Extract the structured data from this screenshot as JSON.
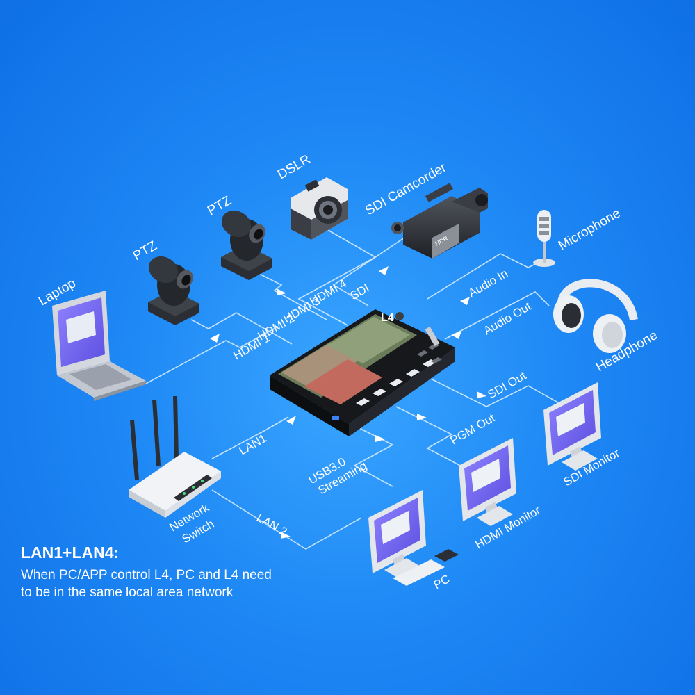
{
  "devices": {
    "dslr": "DSLR",
    "sdi_camcorder": "SDI Camcorder",
    "hdr_badge": "HDR",
    "ptz_top": "PTZ",
    "ptz_left": "PTZ",
    "laptop": "Laptop",
    "microphone": "Microphone",
    "headphone": "Headphone",
    "network_switch_line1": "Network",
    "network_switch_line2": "Switch",
    "sdi_monitor": "SDI Monitor",
    "hdmi_monitor": "HDMI Monitor",
    "pc": "PC",
    "switcher_logo": "L4"
  },
  "connections": {
    "hdmi1": "HDMI 1",
    "hdmi2": "HDMI 2",
    "hdmi3": "HDMI 3",
    "hdmi4": "HDMI 4",
    "sdi": "SDI",
    "audio_in": "Audio In",
    "audio_out": "Audio Out",
    "sdi_out": "SDI Out",
    "pgm_out": "PGM Out",
    "lan1": "LAN1",
    "lan2": "LAN 2",
    "usb_line1": "USB3.0",
    "usb_line2": "Streaming"
  },
  "note": {
    "title": "LAN1+LAN4:",
    "body_line1": "When PC/APP control L4, PC and L4 need",
    "body_line2": "to be in the same local area network"
  },
  "colors": {
    "background": "#1e88f5",
    "wire": "#d8ecff",
    "text": "#ffffff",
    "device_dark": "#2a2d33",
    "screen_purple": "#7b6cf0"
  }
}
